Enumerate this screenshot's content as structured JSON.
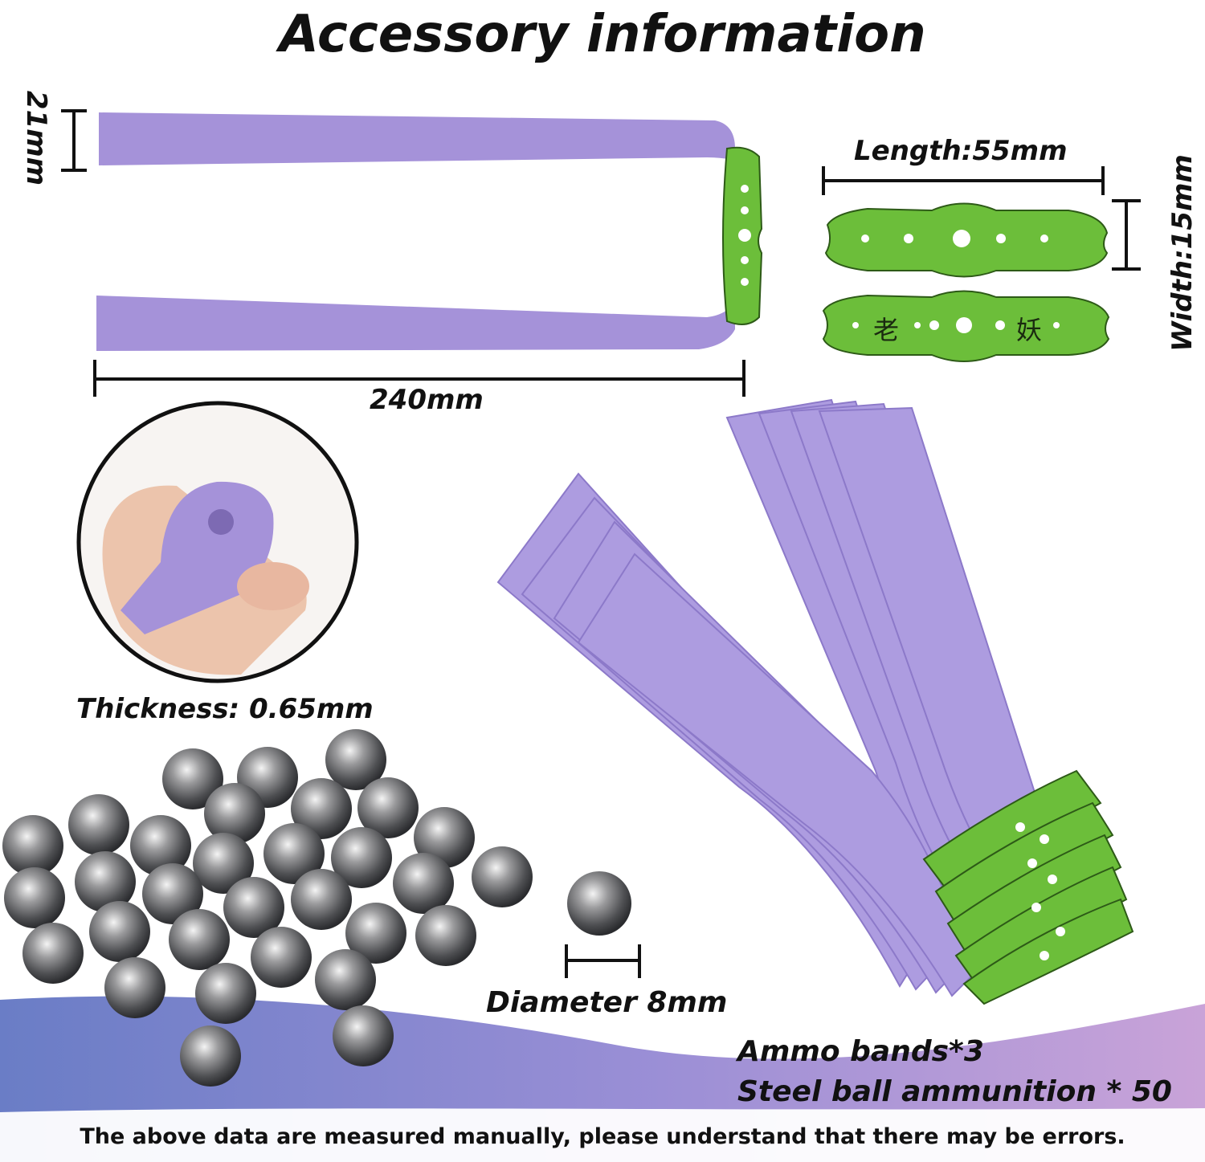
{
  "title": "Accessory information",
  "measurements": {
    "band_width": "21mm",
    "band_length": "240mm",
    "pouch_length": "Length:55mm",
    "pouch_width": "Width:15mm",
    "thickness": "Thickness: 0.65mm",
    "ball_diameter": "Diameter 8mm"
  },
  "pouch_characters": [
    "老",
    "妖"
  ],
  "contents": {
    "line1": "Ammo bands*3",
    "line2": "Steel ball ammunition * 50"
  },
  "footer": "The above data are measured manually, please understand that there may be errors.",
  "colors": {
    "band": "#a592d9",
    "pouch": "#6cbe3a",
    "wave_start": "#6a7dc6",
    "wave_end": "#b796d6"
  }
}
